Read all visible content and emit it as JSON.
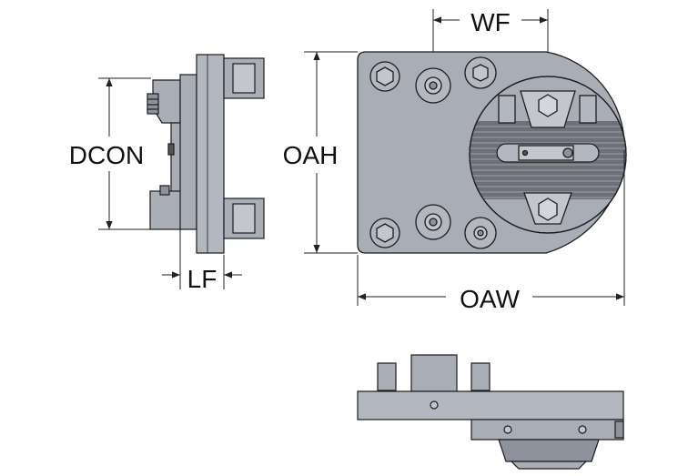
{
  "dimensions": {
    "dcon": "DCON",
    "lf": "LF",
    "oah": "OAH",
    "wf": "WF",
    "oaw": "OAW"
  },
  "colors": {
    "body": "#a9adb6",
    "body_dark": "#8e929c",
    "body_light": "#c3c6cd",
    "outline": "#1c1c1c",
    "line": "#222222"
  }
}
